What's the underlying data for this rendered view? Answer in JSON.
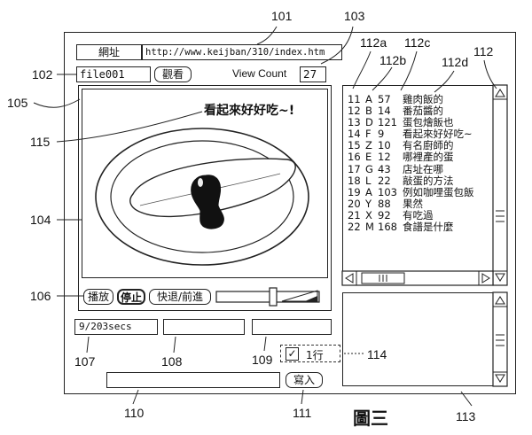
{
  "address_bar": {
    "label": "網址",
    "url": "http://www.keijban/310/index.htm"
  },
  "file_bar": {
    "file_name": "file001",
    "watch_button": "觀看",
    "view_count_label": "View Count",
    "view_count": "27"
  },
  "video": {
    "caption": "看起來好好吃~!"
  },
  "controls": {
    "play": "播放",
    "stop": "停止",
    "ff_rew": "快退/前進"
  },
  "status": {
    "time": "9/203secs",
    "field_108": "",
    "field_109": ""
  },
  "one_line_option": {
    "checked": true,
    "label": "1行"
  },
  "input_bar": {
    "text": "",
    "write_button": "寫入"
  },
  "comments": [
    {
      "no": "11",
      "user": "A",
      "time": "57",
      "text": "雞肉飯的"
    },
    {
      "no": "12",
      "user": "B",
      "time": "14",
      "text": "番茄醬的"
    },
    {
      "no": "13",
      "user": "D",
      "time": "121",
      "text": "蛋包燴飯也"
    },
    {
      "no": "14",
      "user": "F",
      "time": "9",
      "text": "看起來好好吃~"
    },
    {
      "no": "15",
      "user": "Z",
      "time": "10",
      "text": "有名廚師的"
    },
    {
      "no": "16",
      "user": "E",
      "time": "12",
      "text": "哪裡產的蛋"
    },
    {
      "no": "17",
      "user": "G",
      "time": "43",
      "text": "店址在哪"
    },
    {
      "no": "18",
      "user": "L",
      "time": "22",
      "text": "敲蛋的方法"
    },
    {
      "no": "19",
      "user": "A",
      "time": "103",
      "text": "例如咖哩蛋包飯"
    },
    {
      "no": "20",
      "user": "Y",
      "time": "88",
      "text": "果然"
    },
    {
      "no": "21",
      "user": "X",
      "time": "92",
      "text": "有吃過"
    },
    {
      "no": "22",
      "user": "M",
      "time": "168",
      "text": "食譜是什麼"
    }
  ],
  "labels": {
    "r101": "101",
    "r102": "102",
    "r103": "103",
    "r104": "104",
    "r105": "105",
    "r106": "106",
    "r107": "107",
    "r108": "108",
    "r109": "109",
    "r110": "110",
    "r111": "111",
    "r112": "112",
    "r112a": "112a",
    "r112b": "112b",
    "r112c": "112c",
    "r112d": "112d",
    "r113": "113",
    "r114": "114",
    "r115": "115"
  },
  "figure_caption": "圖三"
}
